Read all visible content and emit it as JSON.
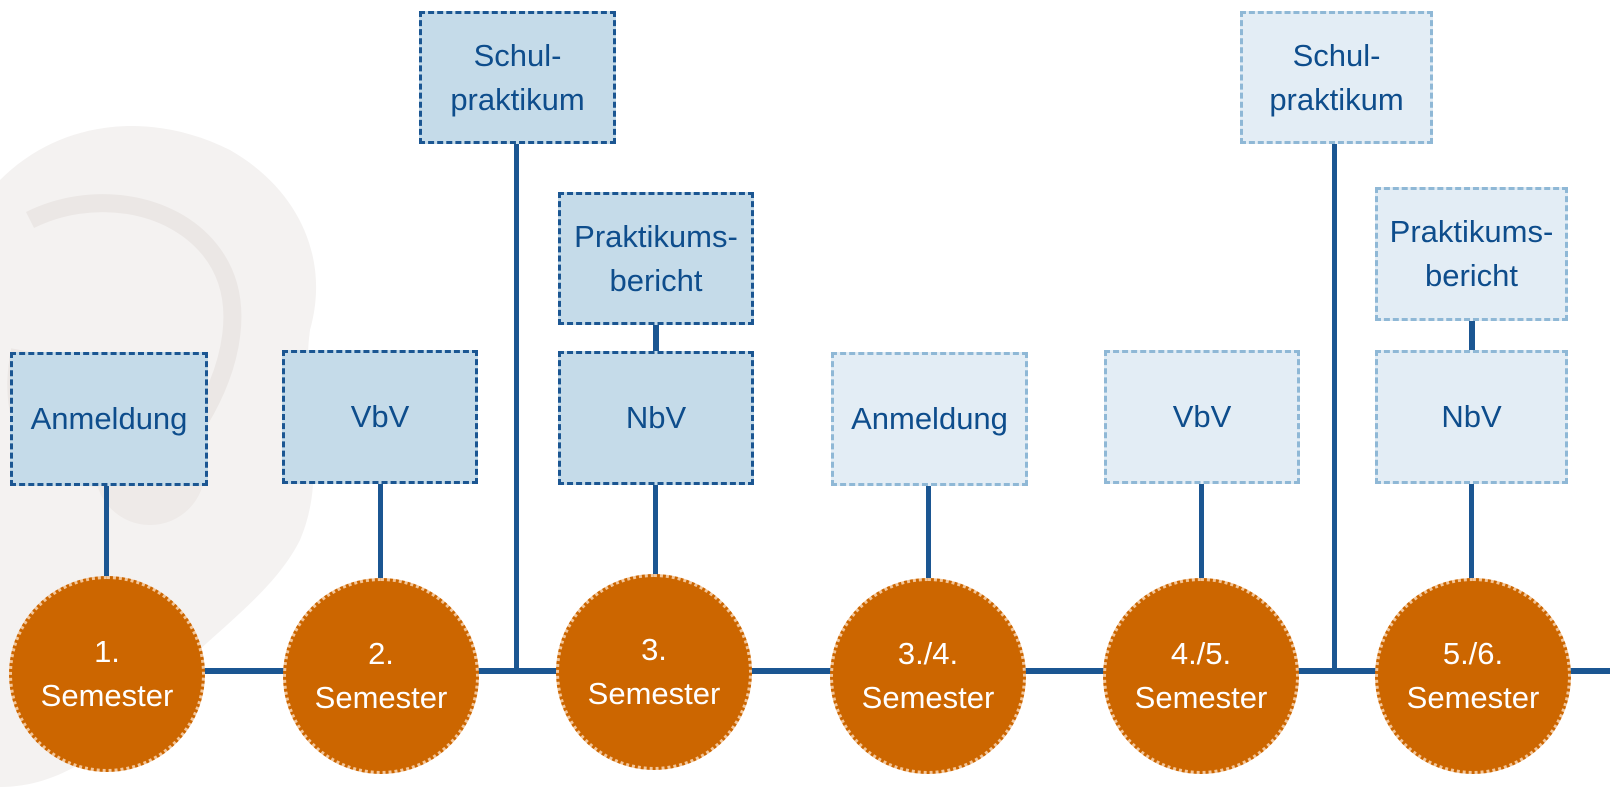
{
  "colors": {
    "line": "#1b5692",
    "box_dark_fill": "#c5dbe9",
    "box_dark_border": "#1b5692",
    "box_light_fill": "#e3edf5",
    "box_light_border": "#8fb8d6",
    "box_text": "#0e4d8c",
    "circle_fill": "#cc6600",
    "circle_text": "#ffffff"
  },
  "semesters": [
    {
      "num": "1.",
      "label": "Semester"
    },
    {
      "num": "2.",
      "label": "Semester"
    },
    {
      "num": "3.",
      "label": "Semester"
    },
    {
      "num": "3./4.",
      "label": "Semester"
    },
    {
      "num": "4./5.",
      "label": "Semester"
    },
    {
      "num": "5./6.",
      "label": "Semester"
    }
  ],
  "boxes": {
    "anmeldung_1": {
      "text": "Anmeldung"
    },
    "vbv_1": {
      "text": "VbV"
    },
    "schulpraktikum_1": {
      "line1": "Schul-",
      "line2": "praktikum"
    },
    "praktikumsbericht_1": {
      "line1": "Praktikums-",
      "line2": "bericht"
    },
    "nbv_1": {
      "text": "NbV"
    },
    "anmeldung_2": {
      "text": "Anmeldung"
    },
    "vbv_2": {
      "text": "VbV"
    },
    "schulpraktikum_2": {
      "line1": "Schul-",
      "line2": "praktikum"
    },
    "praktikumsbericht_2": {
      "line1": "Praktikums-",
      "line2": "bericht"
    },
    "nbv_2": {
      "text": "NbV"
    }
  }
}
